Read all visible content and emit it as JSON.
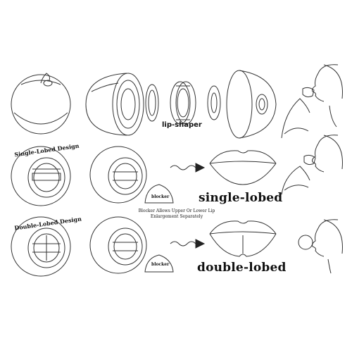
{
  "labels": {
    "lip_shaper": "lip-shaper",
    "single_lobed_design": "Single-Lobed Design",
    "double_lobed_design": "Double-Lobed Design",
    "blocker_1": "blocker",
    "blocker_2": "blocker",
    "blocker_note": "Blocker Allows Upper Or Lower Lip Enlargement Separately",
    "single_lobed": "single-lobed",
    "double_lobed": "double-lobed"
  }
}
